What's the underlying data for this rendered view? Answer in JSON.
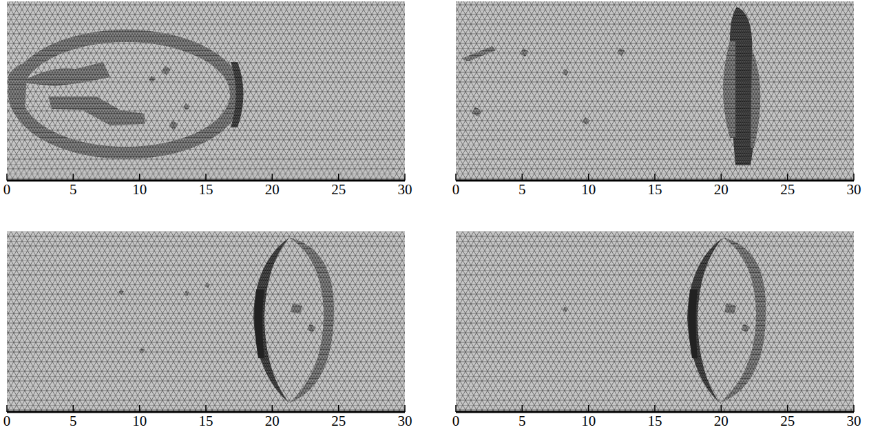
{
  "diagram": {
    "labels": [
      "0",
      "5",
      "10",
      "15",
      "20",
      "25",
      "30",
      "0",
      "5",
      "10",
      "15",
      "20",
      "25",
      "30",
      "0",
      "5",
      "10",
      "15",
      "20",
      "25",
      "30",
      "0",
      "5",
      "10",
      "15",
      "20",
      "25",
      "30"
    ]
  }
}
